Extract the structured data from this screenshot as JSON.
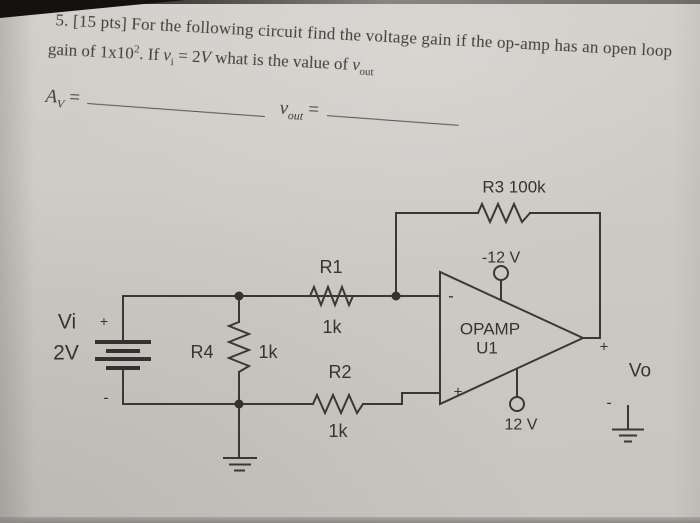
{
  "question": {
    "line1": "5. [15 pts] For the following circuit find the voltage gain if the op-amp has an open loop",
    "line2": {
      "t1": "gain of 1x10",
      "exp": "2",
      "t2": ". If ",
      "v1": "v",
      "s1": "i",
      "t3": " = 2",
      "v3": "V",
      "t4": " what is the value of ",
      "v2": "v",
      "s2": "out"
    }
  },
  "answers": {
    "av_base": "A",
    "av_sub": "V",
    "av_eq": "=",
    "vout_base": "v",
    "vout_sub": "out",
    "vout_eq": "="
  },
  "circuit": {
    "source": {
      "label": "Vi",
      "value": "2V",
      "plus": "+",
      "minus": "-"
    },
    "r1": {
      "name": "R1",
      "value": "1k"
    },
    "r2": {
      "name": "R2",
      "value": "1k"
    },
    "r3": {
      "label": "R3 100k"
    },
    "r4": {
      "name": "R4",
      "value": "1k"
    },
    "opamp": {
      "name": "OPAMP",
      "designator": "U1",
      "inverting": "-",
      "noninverting": "+",
      "neg_supply": "-12 V",
      "pos_supply": "12 V"
    },
    "output": {
      "plus": "+",
      "label": "Vo",
      "minus": "-"
    }
  },
  "colors": {
    "paper": "#cdcac5",
    "ink": "#3a3834",
    "text": "#403e3a",
    "photo_edge": "#131210"
  }
}
